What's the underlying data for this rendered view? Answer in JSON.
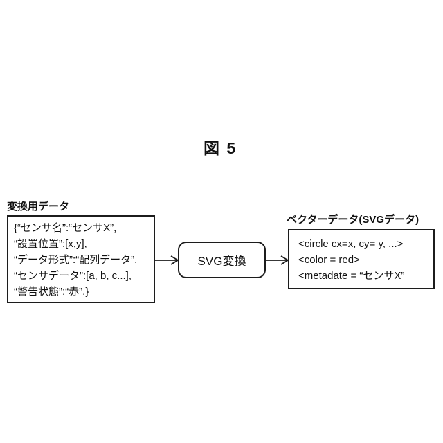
{
  "figure_title": "図 5",
  "input_box": {
    "label": "変換用データ",
    "lines": [
      "{“センサ名”:“センサX”,",
      "“設置位置”:[x,y],",
      "“データ形式”:“配列データ”,",
      "“センサデータ”:[a, b, c...],",
      "“警告状態”:“赤”.}"
    ]
  },
  "process_box": {
    "label": "SVG変換"
  },
  "output_box": {
    "label": "ベクターデータ(SVGデータ)",
    "lines": [
      "<circle cx=x, cy= y, ...>",
      "<color = red>",
      "<metadate = “センサX”"
    ]
  },
  "colors": {
    "line": "#1c1c1c",
    "background": "#ffffff",
    "text": "#111111"
  }
}
